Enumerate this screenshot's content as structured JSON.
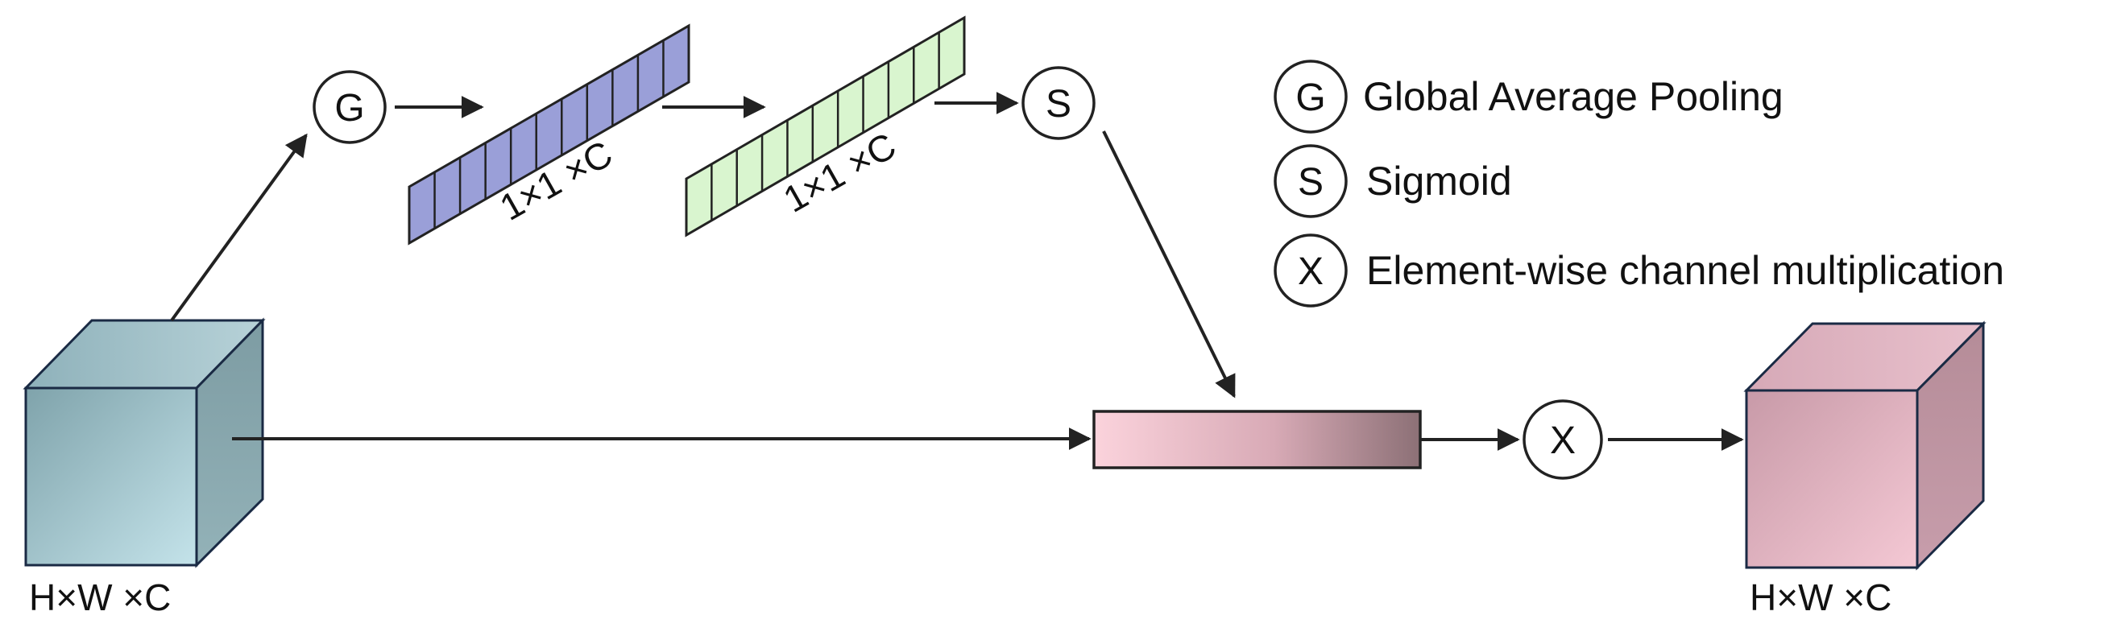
{
  "nodes": {
    "gap_symbol": "G",
    "sigmoid_symbol": "S",
    "multiply_symbol": "X"
  },
  "labels": {
    "input_dims": "H×W ×C",
    "output_dims": "H×W ×C",
    "pooled_vector_dims": "1×1 ×C",
    "sigmoid_vector_dims": "1×1 ×C"
  },
  "legend": [
    {
      "symbol": "G",
      "text": "Global Average Pooling"
    },
    {
      "symbol": "S",
      "text": "Sigmoid"
    },
    {
      "symbol": "X",
      "text": "Element-wise channel multiplication"
    }
  ],
  "colors": {
    "input_cube": "#9dbfc8",
    "pooled_vector": "#9a9fd8",
    "sigmoid_vector": "#d9f5cf",
    "weight_bar_start": "#fbd3dc",
    "weight_bar_end": "#8c7076",
    "output_cube": "#d5a8b8",
    "stroke": "#1a2a44"
  }
}
